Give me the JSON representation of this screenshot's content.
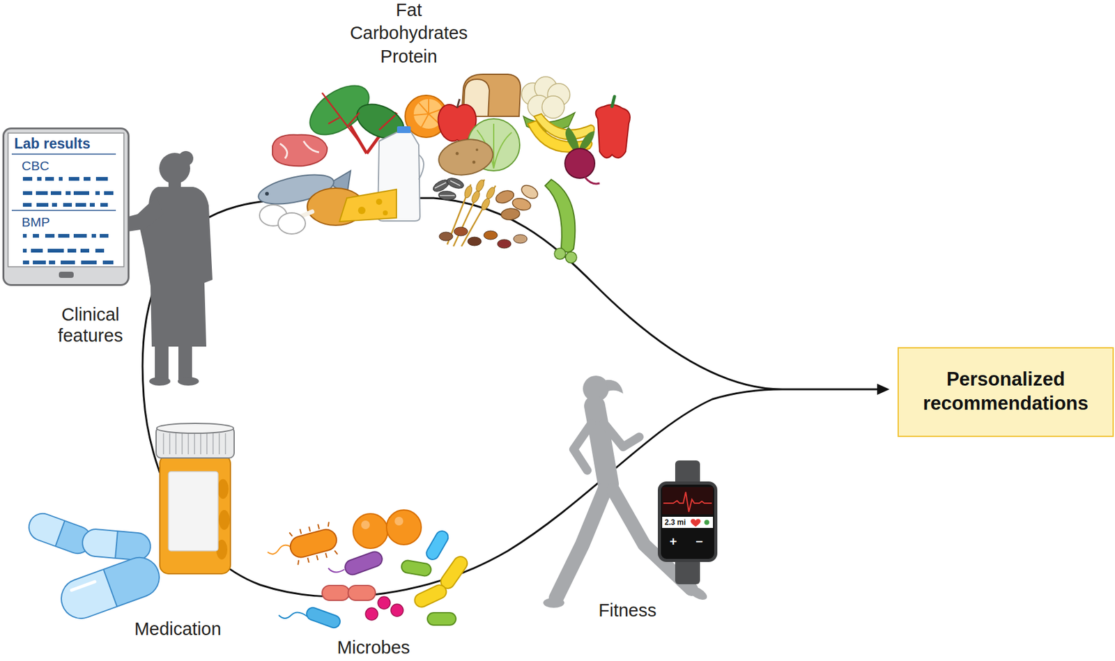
{
  "diagram": {
    "nodes": [
      {
        "text": [
          "Lab results",
          "CBC",
          "BMP"
        ]
      },
      {
        "text": [
          "2.3 mi",
          "+",
          "−"
        ]
      },
      {
        "text": [
          "Personalized recommendations"
        ]
      }
    ],
    "labels": [
      "Fat",
      "Carbohydrates",
      "Protein",
      "Clinical features",
      "Medication",
      "Microbes",
      "Fitness"
    ]
  }
}
